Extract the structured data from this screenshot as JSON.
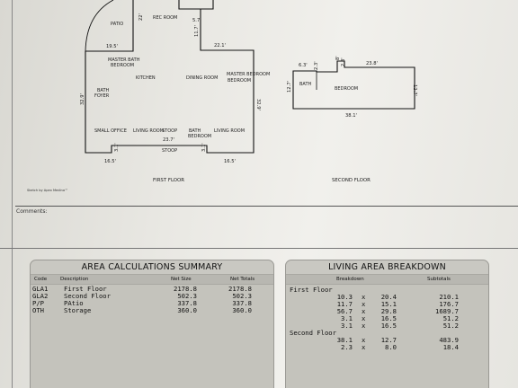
{
  "plan": {
    "first_floor": {
      "caption": "FIRST FLOOR",
      "rooms": [
        "PATIO",
        "REC ROOM",
        "MASTER BATH",
        "BEDROOM",
        "KITCHEN",
        "DINING ROOM",
        "MASTER BEDROOM",
        "BEDROOM",
        "BATH",
        "FOYER",
        "SMALL OFFICE",
        "LIVING ROOM",
        "STOOP"
      ],
      "dims": [
        "22'",
        "19.5'",
        "11.7'",
        "5.7'",
        "22.1'",
        "32.9'",
        "32.9'",
        "23.7'",
        "3.1'",
        "3.1'",
        "16.5'",
        "16.5'"
      ]
    },
    "second_floor": {
      "caption": "SECOND FLOOR",
      "rooms": [
        "BATH",
        "BEDROOM"
      ],
      "dims": [
        "6.3'",
        "2.3'",
        "8'",
        "2.3'",
        "23.8'",
        "12.7'",
        "12.7'",
        "38.1'"
      ]
    },
    "sketch_credit": "Sketch by Apex Medina™"
  },
  "comments_label": "Comments:",
  "area_summary": {
    "title": "AREA CALCULATIONS SUMMARY",
    "headers": {
      "code": "Code",
      "description": "Description",
      "net_size": "Net Size",
      "net_totals": "Net Totals"
    },
    "rows": [
      {
        "code": "GLA1",
        "description": "First Floor",
        "net_size": "2178.8",
        "net_totals": "2178.8"
      },
      {
        "code": "GLA2",
        "description": "Second Floor",
        "net_size": "502.3",
        "net_totals": "502.3"
      },
      {
        "code": "P/P",
        "description": "PAtio",
        "net_size": "337.8",
        "net_totals": "337.8"
      },
      {
        "code": "OTH",
        "description": "Storage",
        "net_size": "360.0",
        "net_totals": "360.0"
      }
    ]
  },
  "living_area": {
    "title": "LIVING AREA BREAKDOWN",
    "headers": {
      "breakdown": "Breakdown",
      "subtotals": "Subtotals"
    },
    "groups": [
      {
        "name": "First Floor",
        "rows": [
          {
            "a": "10.3",
            "x": "x",
            "b": "20.4",
            "subtotal": "210.1"
          },
          {
            "a": "11.7",
            "x": "x",
            "b": "15.1",
            "subtotal": "176.7"
          },
          {
            "a": "56.7",
            "x": "x",
            "b": "29.8",
            "subtotal": "1689.7"
          },
          {
            "a": "3.1",
            "x": "x",
            "b": "16.5",
            "subtotal": "51.2"
          },
          {
            "a": "3.1",
            "x": "x",
            "b": "16.5",
            "subtotal": "51.2"
          }
        ]
      },
      {
        "name": "Second Floor",
        "rows": [
          {
            "a": "38.1",
            "x": "x",
            "b": "12.7",
            "subtotal": "483.9"
          },
          {
            "a": "2.3",
            "x": "x",
            "b": "8.0",
            "subtotal": "18.4"
          }
        ]
      }
    ]
  }
}
